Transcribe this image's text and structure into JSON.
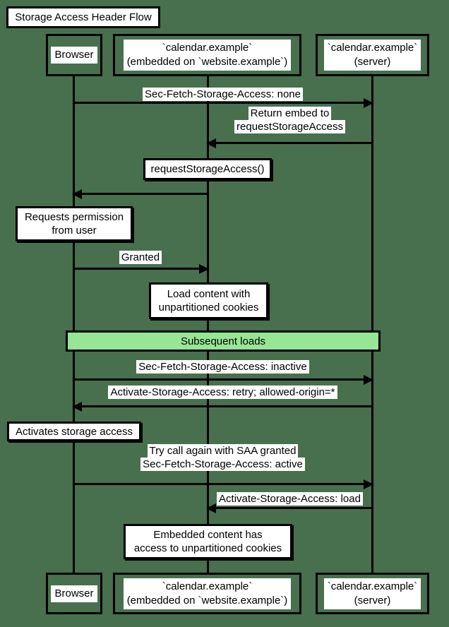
{
  "title": "Storage Access Header Flow",
  "participants": {
    "browser": {
      "label": "Browser"
    },
    "embed": {
      "line1": "`calendar.example`",
      "line2": "(embedded on `website.example`)"
    },
    "server": {
      "line1": "`calendar.example`",
      "line2": "(server)"
    }
  },
  "messages": {
    "m1": {
      "label": "Sec-Fetch-Storage-Access: none"
    },
    "m2": {
      "line1": "Return embed to",
      "line2": "requestStorageAccess"
    },
    "m3": {
      "label": "Granted"
    },
    "m4": {
      "label": "Sec-Fetch-Storage-Access: inactive"
    },
    "m5": {
      "label": "Activate-Storage-Access: retry; allowed-origin=*"
    },
    "m6": {
      "line1": "Try call again with SAA granted",
      "line2": "Sec-Fetch-Storage-Access: active"
    },
    "m7": {
      "label": "Activate-Storage-Access: load"
    }
  },
  "notes": {
    "request_saa": {
      "label": "requestStorageAccess()"
    },
    "requests_permission": {
      "line1": "Requests permission",
      "line2": "from user"
    },
    "load_content": {
      "line1": "Load content with",
      "line2": "unpartitioned cookies"
    },
    "activates_storage": {
      "label": "Activates storage access"
    },
    "embedded_access": {
      "line1": "Embedded content has",
      "line2": "access to unpartitioned cookies"
    }
  },
  "divider": {
    "label": "Subsequent loads"
  },
  "colors": {
    "background": "#48704E",
    "line": "#000000",
    "box_fill": "#FFFFFF",
    "divider_fill": "#96E696"
  }
}
